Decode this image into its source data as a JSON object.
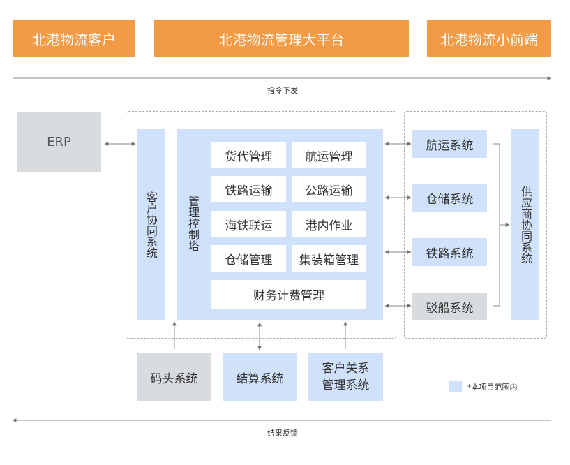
{
  "header": {
    "customer": "北港物流客户",
    "platform": "北港物流管理大平台",
    "mini_app": "北港物流小前端"
  },
  "flows": {
    "top": "指令下发",
    "bottom": "结果反馈"
  },
  "erp": "ERP",
  "customer_system": "客户协同系统",
  "control_tower": {
    "title": "管理控制塔",
    "modules": [
      "货代管理",
      "航运管理",
      "铁路运输",
      "公路运输",
      "海铁联运",
      "港内作业",
      "仓储管理",
      "集装箱管理"
    ],
    "finance": "财务计费管理"
  },
  "right_systems": [
    "航运系统",
    "仓储系统",
    "铁路系统",
    "驳船系统"
  ],
  "supplier_system": "供应商协同系统",
  "bottom_systems": {
    "wharf": "码头系统",
    "settlement": "结算系统",
    "crm": "客户关系管理系统"
  },
  "legend": "*本项目范围内",
  "colors": {
    "orange": "#f39a45",
    "in_scope_blue": "#cfe1fb",
    "out_scope_gray": "#d9dcdf"
  }
}
